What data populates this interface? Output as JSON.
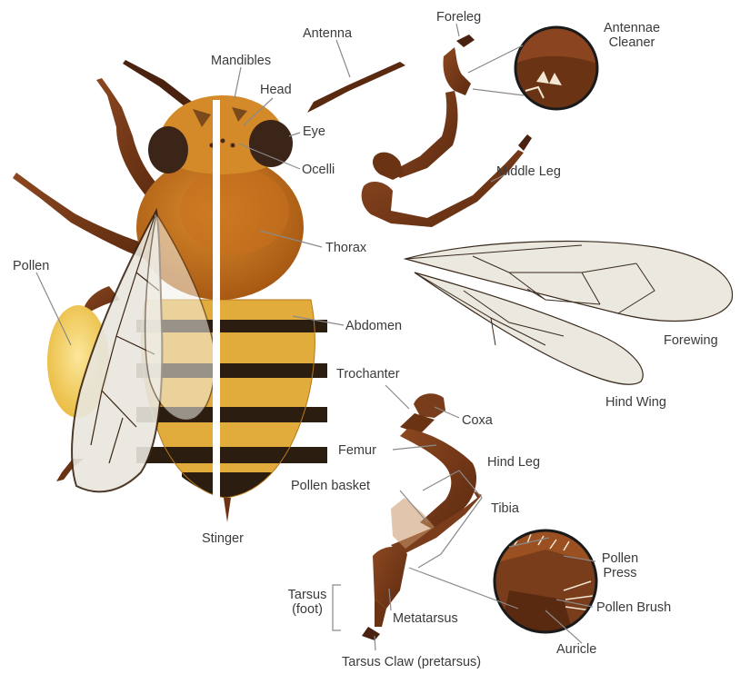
{
  "labels": {
    "antenna": "Antenna",
    "foreleg": "Foreleg",
    "antennae_cleaner_1": "Antennae",
    "antennae_cleaner_2": "Cleaner",
    "mandibles": "Mandibles",
    "head": "Head",
    "eye": "Eye",
    "ocelli": "Ocelli",
    "middle_leg": "Middle Leg",
    "pollen": "Pollen",
    "thorax": "Thorax",
    "abdomen": "Abdomen",
    "forewing": "Forewing",
    "hind_wing": "Hind Wing",
    "trochanter": "Trochanter",
    "coxa": "Coxa",
    "femur": "Femur",
    "hind_leg": "Hind Leg",
    "pollen_basket": "Pollen basket",
    "tibia": "Tibia",
    "stinger": "Stinger",
    "pollen_press_1": "Pollen",
    "pollen_press_2": "Press",
    "tarsus_1": "Tarsus",
    "tarsus_2": "(foot)",
    "pollen_brush": "Pollen Brush",
    "metatarsus": "Metatarsus",
    "auricle": "Auricle",
    "tarsus_claw": "Tarsus Claw (pretarsus)"
  },
  "colors": {
    "label_text": "#3a3a3a",
    "leader_line": "#8a8a8a",
    "leg_brown": "#7a3d1c",
    "leg_dark": "#4a2210",
    "body_orange": "#c8781f",
    "body_light": "#dba049",
    "stripe_dark": "#2b1d10",
    "stripe_yellow": "#e8b23c",
    "pollen_yellow": "#f4d35a",
    "wing_fill": "#eceae2",
    "eye_dark": "#3b2418"
  }
}
